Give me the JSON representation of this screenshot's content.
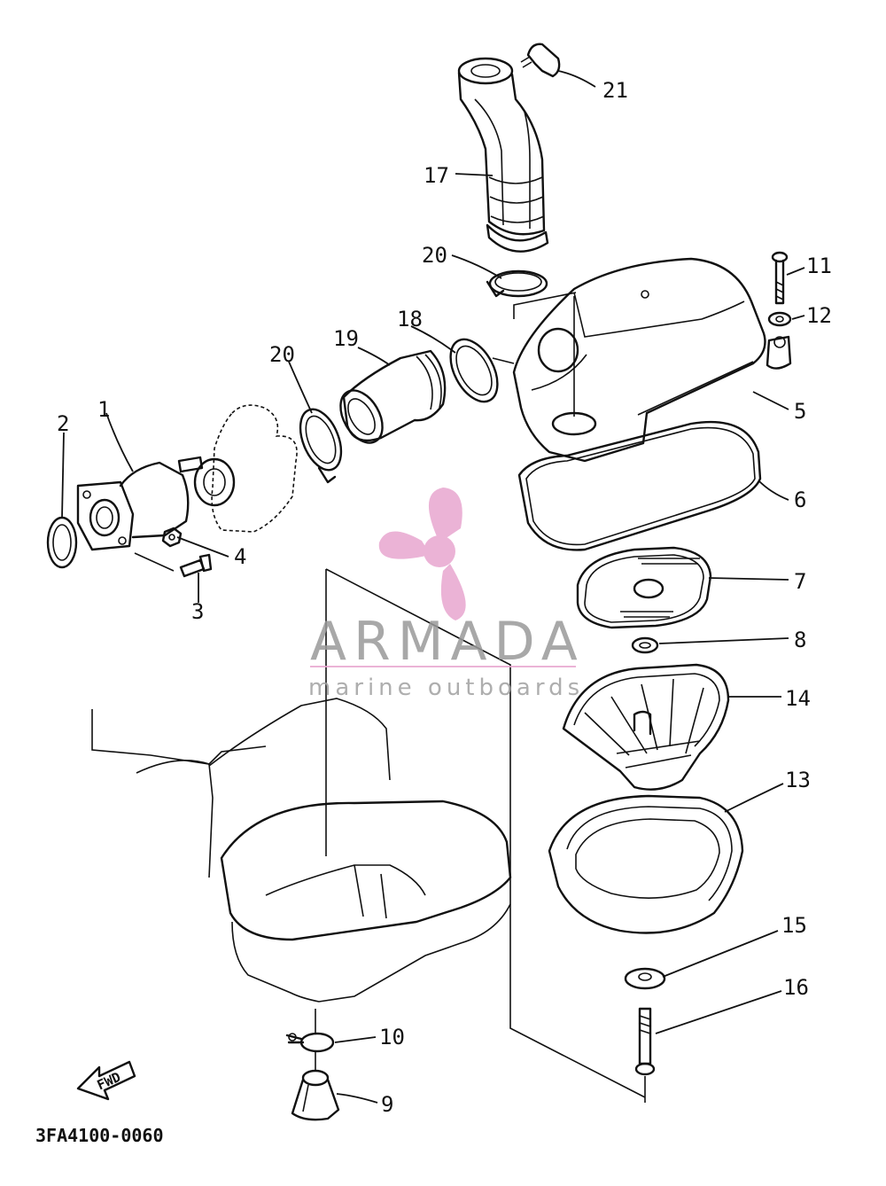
{
  "diagram": {
    "drawing_code": "3FA4100-0060",
    "direction_label": "FWD",
    "callouts": [
      {
        "id": "c1",
        "label": "1"
      },
      {
        "id": "c2",
        "label": "2"
      },
      {
        "id": "c3",
        "label": "3"
      },
      {
        "id": "c4",
        "label": "4"
      },
      {
        "id": "c5",
        "label": "5"
      },
      {
        "id": "c6",
        "label": "6"
      },
      {
        "id": "c7",
        "label": "7"
      },
      {
        "id": "c8",
        "label": "8"
      },
      {
        "id": "c9",
        "label": "9"
      },
      {
        "id": "c10",
        "label": "10"
      },
      {
        "id": "c11",
        "label": "11"
      },
      {
        "id": "c12",
        "label": "12"
      },
      {
        "id": "c13",
        "label": "13"
      },
      {
        "id": "c14",
        "label": "14"
      },
      {
        "id": "c15",
        "label": "15"
      },
      {
        "id": "c16",
        "label": "16"
      },
      {
        "id": "c17",
        "label": "17"
      },
      {
        "id": "c18",
        "label": "18"
      },
      {
        "id": "c19",
        "label": "19"
      },
      {
        "id": "c20a",
        "label": "20"
      },
      {
        "id": "c20b",
        "label": "20"
      },
      {
        "id": "c21",
        "label": "21"
      }
    ]
  },
  "watermark": {
    "brand": "ARMADA",
    "tagline": "marine outboards",
    "accent_color": "#e8a6cf"
  }
}
